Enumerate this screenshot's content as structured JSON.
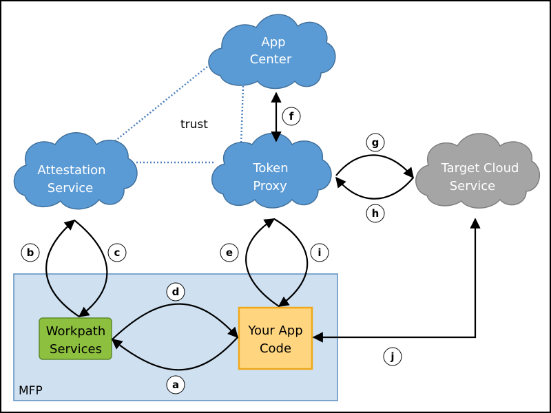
{
  "nodes": {
    "app_center": {
      "line1": "App",
      "line2": "Center"
    },
    "attestation_service": {
      "line1": "Attestation",
      "line2": "Service"
    },
    "token_proxy": {
      "line1": "Token",
      "line2": "Proxy"
    },
    "target_cloud": {
      "line1": "Target Cloud",
      "line2": "Service"
    },
    "workpath_services": {
      "line1": "Workpath",
      "line2": "Services"
    },
    "your_app_code": {
      "line1": "Your App",
      "line2": "Code"
    }
  },
  "container": {
    "label": "MFP"
  },
  "trust_label": "trust",
  "edge_labels": {
    "a": "a",
    "b": "b",
    "c": "c",
    "d": "d",
    "e": "e",
    "f": "f",
    "g": "g",
    "h": "h",
    "i": "i",
    "j": "j"
  },
  "colors": {
    "cloud_blue": "#5b9bd5",
    "cloud_blue_border": "#41719c",
    "cloud_gray": "#a5a5a5",
    "cloud_gray_border": "#7f7f7f",
    "container_fill": "#cfe0f1",
    "container_border": "#5b8ec0",
    "workpath_fill": "#8dc03f",
    "workpath_border": "#5e8a28",
    "app_code_fill": "#ffd580",
    "app_code_border": "#f0a818",
    "trust_dotted": "#4a7ebb"
  }
}
